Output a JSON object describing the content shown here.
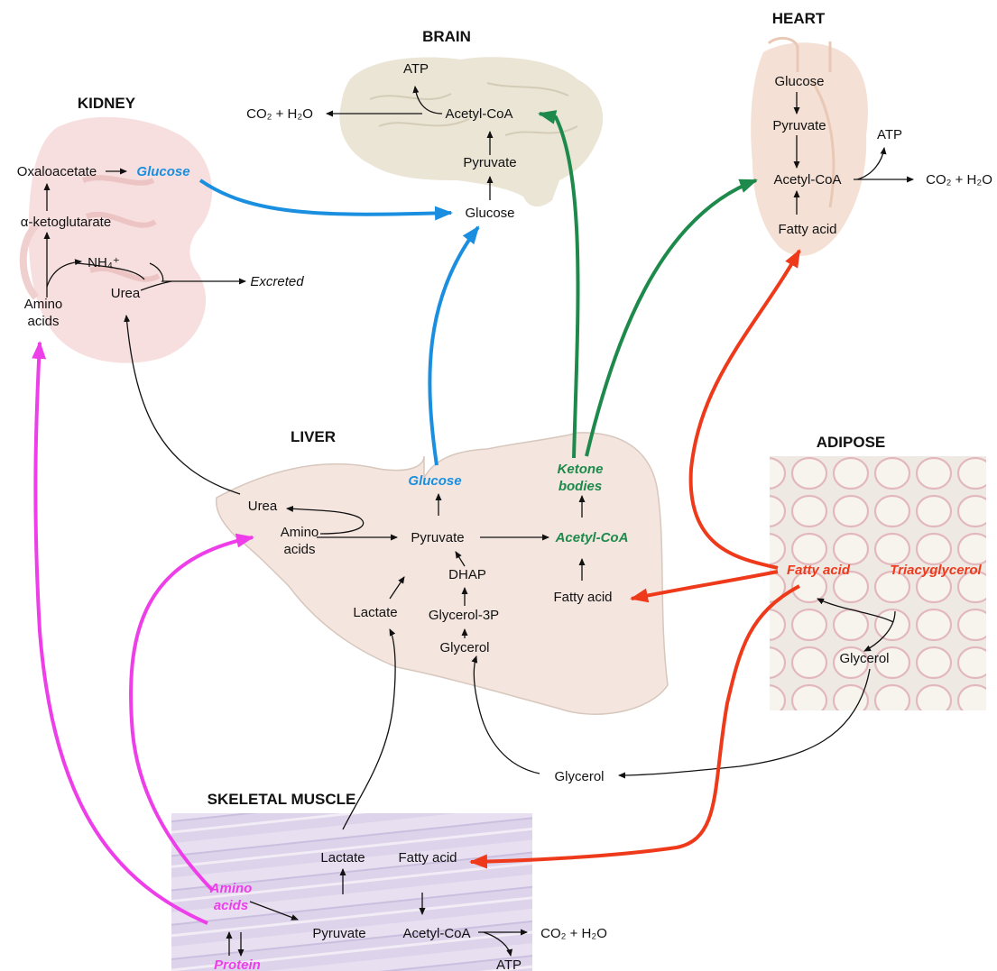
{
  "organs": {
    "brain": "BRAIN",
    "heart": "HEART",
    "kidney": "KIDNEY",
    "liver": "LIVER",
    "adipose": "ADIPOSE",
    "muscle": "SKELETAL MUSCLE"
  },
  "brain": {
    "atp": "ATP",
    "co2_h2o": "CO₂ + H₂O",
    "acetyl_coa": "Acetyl-CoA",
    "pyruvate": "Pyruvate",
    "glucose": "Glucose"
  },
  "heart": {
    "glucose": "Glucose",
    "pyruvate": "Pyruvate",
    "atp": "ATP",
    "acetyl_coa": "Acetyl-CoA",
    "co2_h2o": "CO₂ + H₂O",
    "fatty_acid": "Fatty acid"
  },
  "kidney": {
    "oxaloacetate": "Oxaloacetate",
    "glucose": "Glucose",
    "alpha_kg": "α-ketoglutarate",
    "nh4": "NH₄⁺",
    "amino": "Amino",
    "acids": "acids",
    "urea": "Urea",
    "excreted": "Excreted"
  },
  "liver": {
    "glucose": "Glucose",
    "ketone1": "Ketone",
    "ketone2": "bodies",
    "urea": "Urea",
    "amino": "Amino",
    "acids": "acids",
    "pyruvate": "Pyruvate",
    "acetyl_coa": "Acetyl-CoA",
    "dhap": "DHAP",
    "lactate": "Lactate",
    "glycerol3p": "Glycerol-3P",
    "fatty_acid": "Fatty acid",
    "glycerol": "Glycerol"
  },
  "adipose": {
    "fatty_acid": "Fatty acid",
    "tag": "Triacyglycerol",
    "glycerol": "Glycerol"
  },
  "blood": {
    "glycerol": "Glycerol"
  },
  "muscle": {
    "lactate": "Lactate",
    "fatty_acid": "Fatty acid",
    "amino": "Amino",
    "acids": "acids",
    "pyruvate": "Pyruvate",
    "acetyl_coa": "Acetyl-CoA",
    "co2_h2o": "CO₂ + H₂O",
    "protein": "Protein",
    "atp": "ATP"
  },
  "colors": {
    "glucose_flow": "#1a8fe0",
    "ketone_flow": "#1d8a4c",
    "fatty_acid_flow": "#ee3a1b",
    "amino_acid_flow": "#ee3ee9"
  }
}
